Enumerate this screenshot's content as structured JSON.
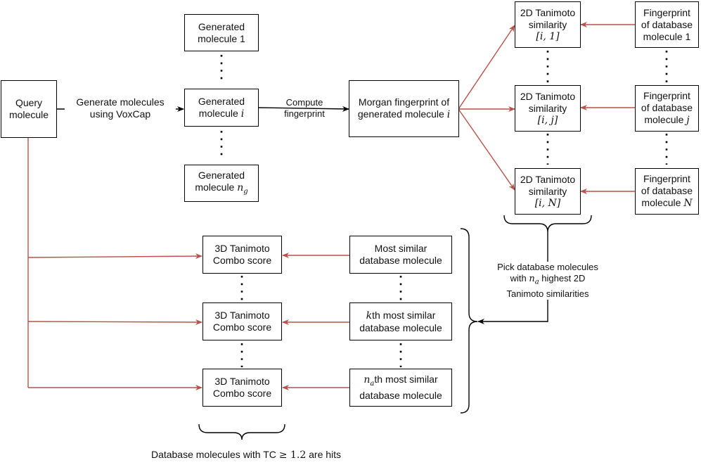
{
  "query": {
    "line1": "Query",
    "line2": "molecule"
  },
  "edge_generate": {
    "line1": "Generate molecules",
    "line2": "using VoxCap"
  },
  "gen1": {
    "line1": "Generated",
    "line2": "molecule 1"
  },
  "geni": {
    "line1": "Generated",
    "line2_text": "molecule ",
    "line2_math": "i"
  },
  "genng": {
    "line1": "Generated",
    "line2_text": "molecule ",
    "line2_math": "n",
    "line2_sub": "g"
  },
  "edge_compute": {
    "line1": "Compute",
    "line2": "fingerprint"
  },
  "morgan": {
    "line1": "Morgan fingerprint  of",
    "line2_text": "generated molecule ",
    "line2_math": "i"
  },
  "tan1": {
    "line1": "2D Tanimoto",
    "line2": "similarity",
    "line3": "[i, 1]"
  },
  "tanj": {
    "line1": "2D Tanimoto",
    "line2": "similarity",
    "line3": "[i, j]"
  },
  "tanN": {
    "line1": "2D Tanimoto",
    "line2": "similarity",
    "line3": "[i, N]"
  },
  "fp1": {
    "line1": "Fingerprint",
    "line2": "of database",
    "line3": "molecule 1"
  },
  "fpj": {
    "line1": "Fingerprint",
    "line2": "of database",
    "line3_text": "molecule ",
    "line3_math": "j"
  },
  "fpN": {
    "line1": "Fingerprint",
    "line2": "of database",
    "line3_text": "molecule ",
    "line3_math": "N"
  },
  "pick": {
    "line1": "Pick database molecules",
    "line2_a": "with ",
    "line2_math": "n",
    "line2_sub": "a",
    "line2_b": " highest 2D",
    "line3": "Tanimoto similarities"
  },
  "combo": {
    "line1": "3D Tanimoto",
    "line2": "Combo score"
  },
  "db1": {
    "line1": "Most similar",
    "line2": "database molecule"
  },
  "dbk": {
    "line1_math": "k",
    "line1_text": "th most similar",
    "line2": "database molecule"
  },
  "dbna": {
    "line1_math": "n",
    "line1_sub": "a",
    "line1_text": "th most similar",
    "line2": "database molecule"
  },
  "hits": {
    "text_a": "Database molecules with TC ",
    "text_math": "≥ 1.2",
    "text_b": " are hits"
  },
  "colors": {
    "black_arrow": "#000000",
    "red_arrow": "#b5524a"
  }
}
